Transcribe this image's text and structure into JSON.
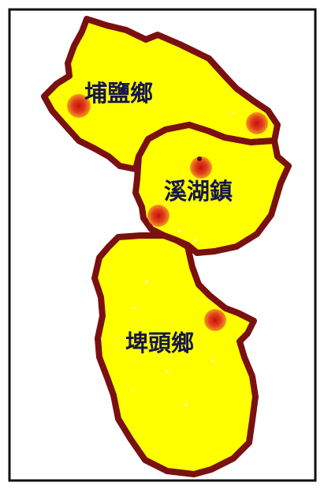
{
  "map": {
    "regions": [
      {
        "key": "north",
        "label": "埔鹽鄉"
      },
      {
        "key": "center",
        "label": "溪湖鎮"
      },
      {
        "key": "south",
        "label": "埤頭鄉"
      }
    ],
    "colors": {
      "fill": "#ffff00",
      "border": "#7a1010",
      "marker": "#e86a10",
      "marker_core": "#c81010",
      "frame": "#111111",
      "label": "#16164a"
    },
    "markers": [
      {
        "name": "north-west-marker",
        "region": "north"
      },
      {
        "name": "north-east-marker",
        "region": "north"
      },
      {
        "name": "center-north-marker",
        "region": "center"
      },
      {
        "name": "center-south-marker",
        "region": "center"
      },
      {
        "name": "south-marker",
        "region": "south"
      }
    ]
  }
}
